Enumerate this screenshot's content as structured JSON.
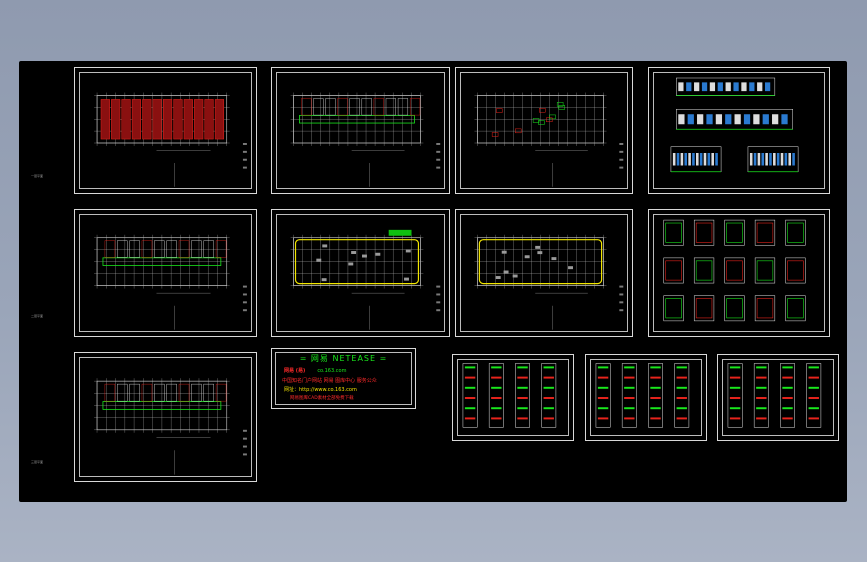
{
  "viewport": {
    "background": "#000000"
  },
  "side_labels": [
    "一层平面",
    "二层平面",
    "三层平面"
  ],
  "sheets": [
    {
      "id": "floor-plan-1",
      "type": "plan",
      "style": "red"
    },
    {
      "id": "floor-plan-2",
      "type": "plan",
      "style": "green"
    },
    {
      "id": "roof-plan",
      "type": "plan",
      "style": "sparse"
    },
    {
      "id": "elevations",
      "type": "elevation"
    },
    {
      "id": "floor-plan-3",
      "type": "plan",
      "style": "green"
    },
    {
      "id": "foundation-plan",
      "type": "plan",
      "style": "yellow"
    },
    {
      "id": "structure-plan",
      "type": "plan",
      "style": "yellow2"
    },
    {
      "id": "detail-sheet-1",
      "type": "details"
    },
    {
      "id": "floor-plan-4",
      "type": "plan",
      "style": "mixed"
    },
    {
      "id": "detail-sheet-2",
      "type": "small"
    },
    {
      "id": "detail-sheet-3",
      "type": "small"
    },
    {
      "id": "detail-sheet-4",
      "type": "small"
    }
  ],
  "notice": {
    "title": "= 网易  NETEASE =",
    "line1": "网易 (易)",
    "line1_url": "co.163.com",
    "line2": "中国知名门户网站 网易  图库中心  服务公众",
    "line3": "网址：http://www.co.163.com",
    "line4": "网易图库CAD素材全部免费下载"
  },
  "colors": {
    "red": "#e8241c",
    "green": "#19e81c",
    "yellow": "#f2e600",
    "cyan": "#18d0e0",
    "white": "#e8e8e8"
  }
}
